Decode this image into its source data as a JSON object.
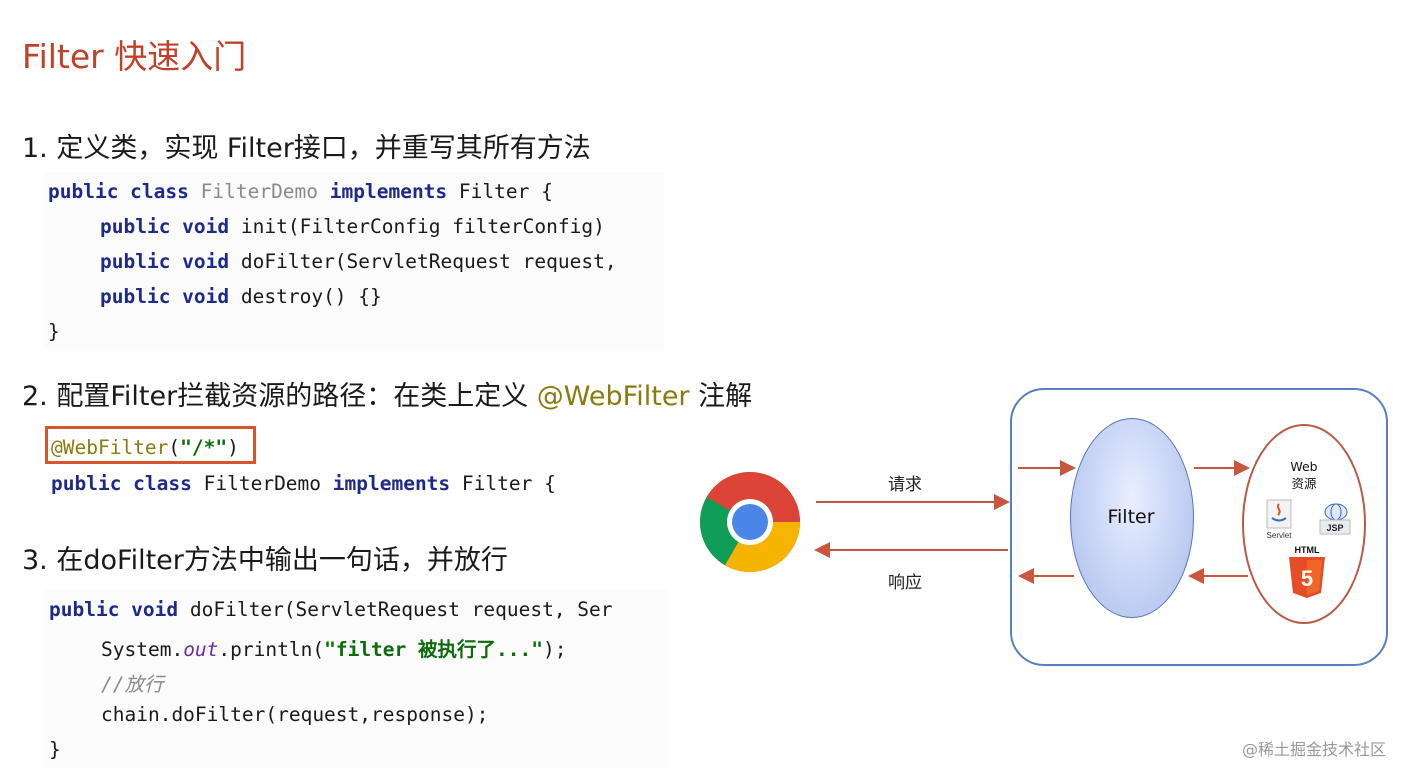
{
  "title": "Filter 快速入门",
  "steps": {
    "s1": "1. 定义类，实现 Filter接口，并重写其所有方法",
    "s2_prefix": "2. 配置Filter拦截资源的路径：在类上定义 ",
    "s2_anno": "@WebFilter",
    "s2_suffix": " 注解",
    "s3": "3. 在doFilter方法中输出一句话，并放行"
  },
  "code1": {
    "l1_kw": "public class ",
    "l1_name": "FilterDemo ",
    "l1_kw2": "implements ",
    "l1_rest": "Filter {",
    "l2_kw": "public void ",
    "l2_rest": "init(FilterConfig filterConfig)",
    "l3_kw": "public void ",
    "l3_rest": "doFilter(ServletRequest request,",
    "l4_kw": "public void ",
    "l4_rest": "destroy() {}",
    "l5": "}"
  },
  "code2": {
    "anno": "@WebFilter",
    "open": "(",
    "str": "\"/*\"",
    "close": ")",
    "l2_kw": "public class ",
    "l2_name": "FilterDemo ",
    "l2_kw2": "implements ",
    "l2_rest": "Filter {"
  },
  "code3": {
    "l1_kw": "public void ",
    "l1_rest": "doFilter(ServletRequest request, Ser",
    "l2_a": "System.",
    "l2_out": "out",
    "l2_b": ".println(",
    "l2_str": "\"filter 被执行了...\"",
    "l2_c": ");",
    "l3": "//放行",
    "l4": "chain.doFilter(request,response);",
    "l5": "}"
  },
  "diagram": {
    "request_label": "请求",
    "response_label": "响应",
    "filter_label": "Filter",
    "web_label_1": "Web",
    "web_label_2": "资源",
    "servlet_label": "Servlet",
    "jsp_label": "JSP",
    "html_label": "HTML",
    "html_badge": "5",
    "arrow_color": "#c8553d",
    "browser_icon": "chrome-icon"
  },
  "watermark": "@稀土掘金技术社区"
}
